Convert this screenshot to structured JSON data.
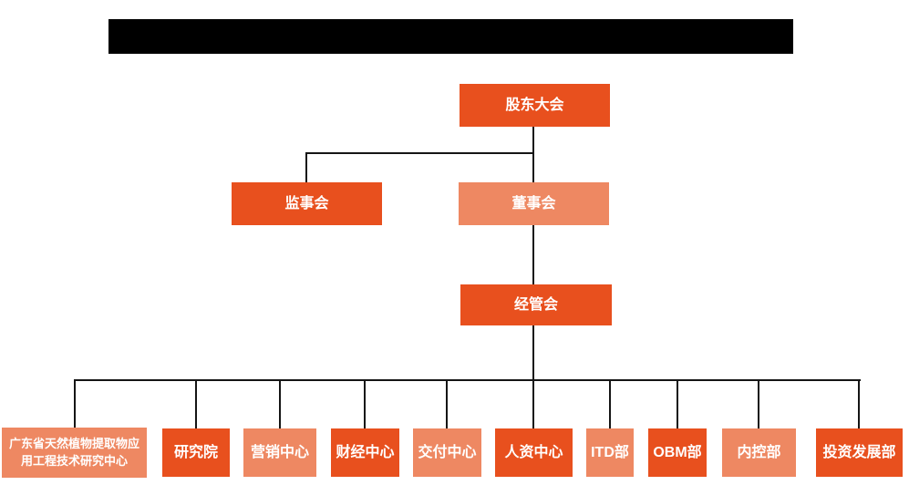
{
  "colors": {
    "primary": "#E8501E",
    "secondary": "#EE8862",
    "line": "#151515",
    "node_text": "#FFFFFF",
    "redaction": "#000000"
  },
  "nodes": {
    "shareholders": {
      "label": "股东大会"
    },
    "supervisory": {
      "label": "监事会"
    },
    "board": {
      "label": "董事会"
    },
    "management": {
      "label": "经管会"
    },
    "departments": [
      {
        "label": "广东省天然植物提取物应用工程技术研究中心"
      },
      {
        "label": "研究院"
      },
      {
        "label": "营销中心"
      },
      {
        "label": "财经中心"
      },
      {
        "label": "交付中心"
      },
      {
        "label": "人资中心"
      },
      {
        "label": "ITD部"
      },
      {
        "label": "OBM部"
      },
      {
        "label": "内控部"
      },
      {
        "label": "投资发展部"
      }
    ]
  }
}
